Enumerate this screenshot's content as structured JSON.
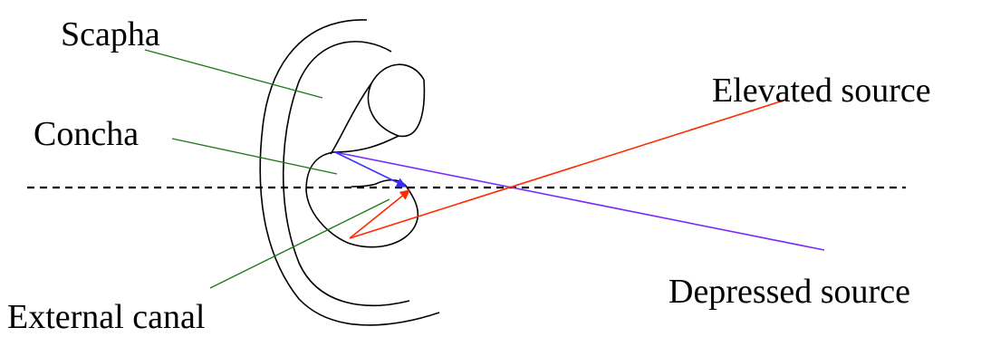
{
  "labels": {
    "scapha": "Scapha",
    "concha": "Concha",
    "external_canal": "External canal",
    "elevated_source": "Elevated source",
    "depressed_source": "Depressed source"
  },
  "colors": {
    "leader_lines": "#1a7a1a",
    "elevated_ray": "#ff2a00",
    "depressed_ray": "#7a2cff",
    "arrowhead_depressed": "#3a2cff",
    "ear_outline": "#000000",
    "horizon": "#000000"
  }
}
